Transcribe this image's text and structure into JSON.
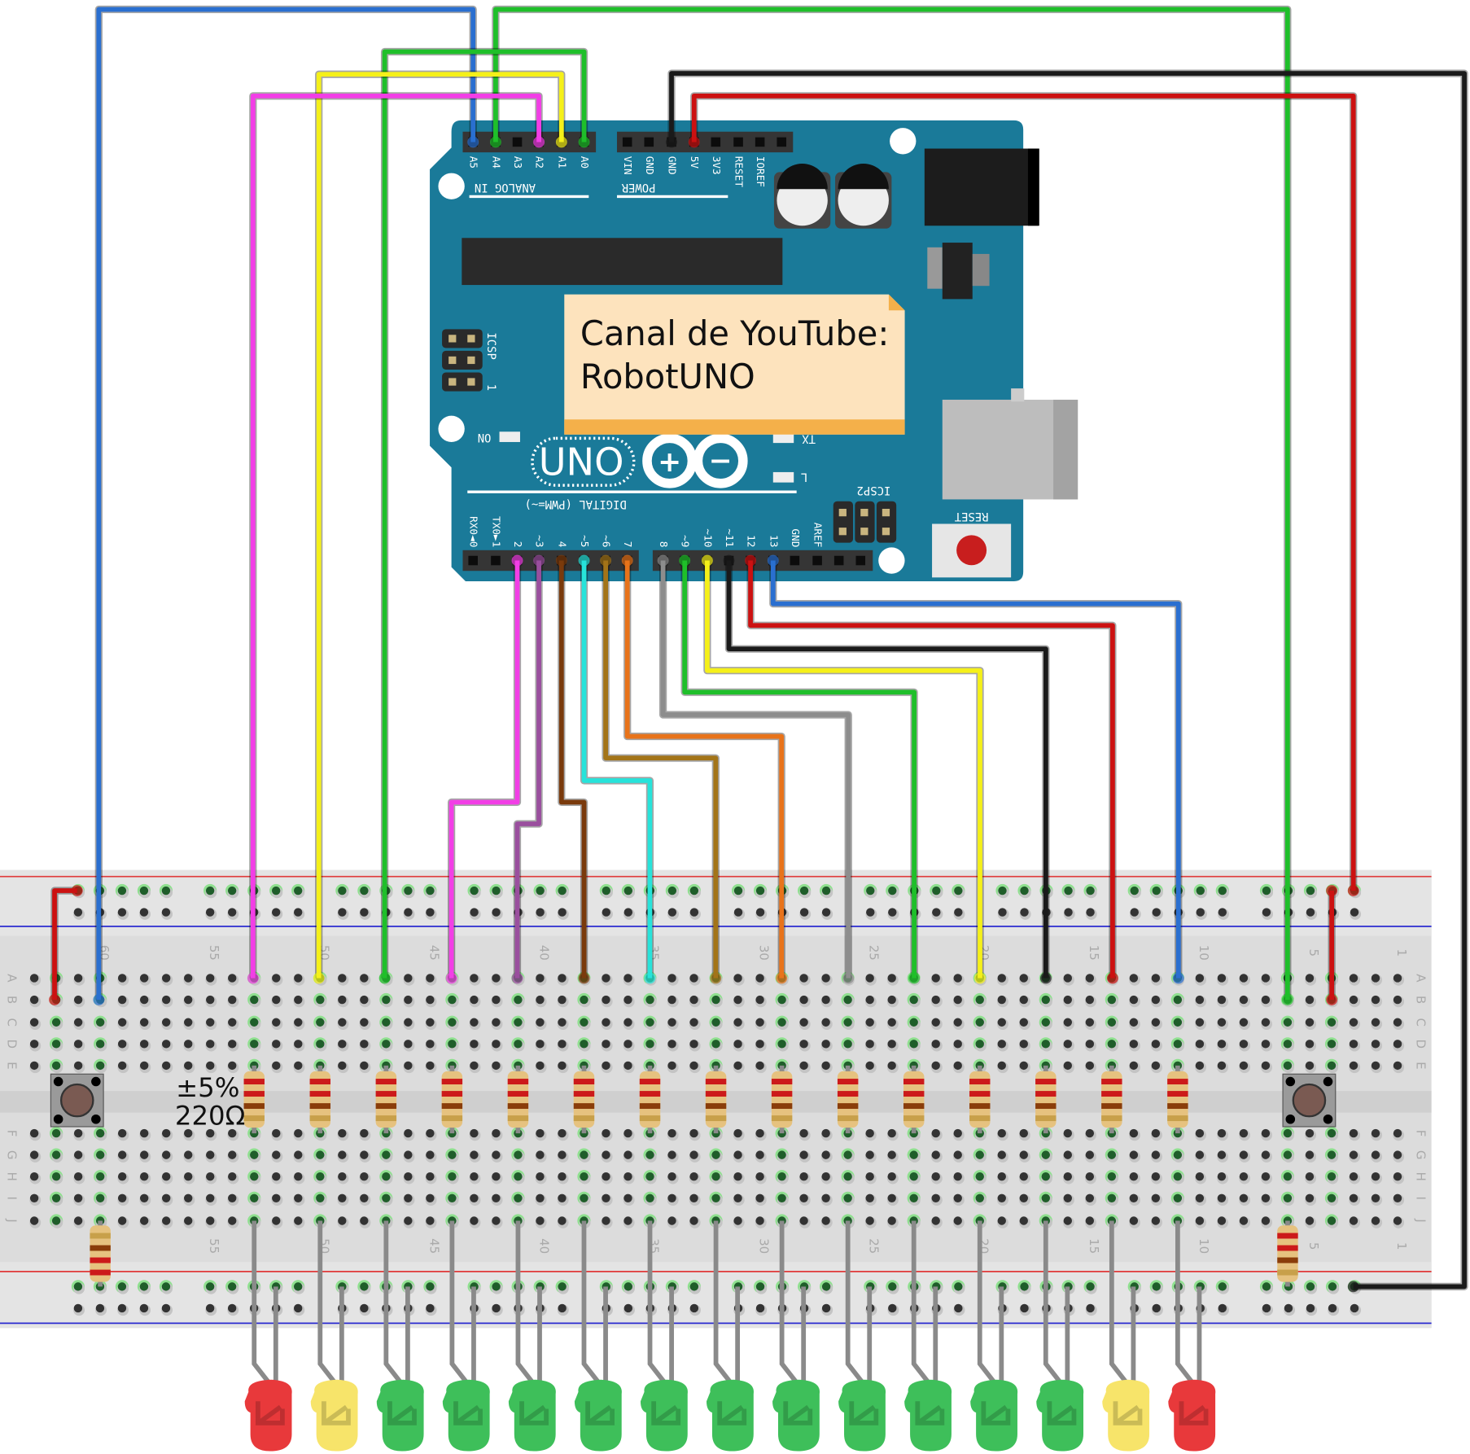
{
  "note": {
    "line1": "Canal de YouTube:",
    "line2": "RobotUNO",
    "color": "#fde3bd",
    "fold_color": "#f4b04a"
  },
  "resistor_label": {
    "tolerance": "±5%",
    "value": "220Ω"
  },
  "arduino": {
    "board_color": "#1a7a99",
    "logo_text": "UNO",
    "analog_label": "ANALOG IN",
    "power_label": "POWER",
    "digital_label": "DIGITAL (PWM=~)",
    "icsp_label": "ICSP",
    "icsp_pin_label": "1",
    "icsp2_label": "ICSP2",
    "reset_label": "RESET",
    "on_label": "ON",
    "tx_label": "TX",
    "l_label": "L",
    "analog_pins": [
      "A5",
      "A4",
      "A3",
      "A2",
      "A1",
      "A0"
    ],
    "power_pins": [
      "VIN",
      "GND",
      "GND",
      "5V",
      "3V3",
      "RESET",
      "IOREF",
      ""
    ],
    "digital_pins": [
      "RX0◄0",
      "TX0►1",
      "2",
      "~3",
      "4",
      "~5",
      "~6",
      "7",
      "8",
      "~9",
      "~10",
      "~11",
      "12",
      "13",
      "GND",
      "AREF",
      "",
      ""
    ]
  },
  "breadboard": {
    "column_labels": [
      "1",
      "5",
      "10",
      "15",
      "20",
      "25",
      "30",
      "35",
      "40",
      "45",
      "50",
      "55",
      "60"
    ],
    "row_labels_top": [
      "A",
      "B",
      "C",
      "D",
      "E"
    ],
    "row_labels_bottom": [
      "F",
      "G",
      "H",
      "I",
      "J"
    ]
  },
  "wire_colors": {
    "A5": "#2a6fd0",
    "A4": "#1fbf2a",
    "A2": "#f23ee6",
    "A1": "#f5f019",
    "A0": "#1fbf2a",
    "GND": "#1a1a1a",
    "5V": "#cc1111",
    "D2": "#f23ee6",
    "D3": "#9a4f9e",
    "D4": "#7a3a0c",
    "D5": "#27e3da",
    "D6": "#a37418",
    "D7": "#e8731a",
    "D8": "#8d8d8d",
    "D9": "#1fbf2a",
    "D10": "#f5f019",
    "D11": "#1a1a1a",
    "D12": "#cc1111",
    "D13": "#2a6fd0"
  },
  "led_colors": [
    "red",
    "yellow",
    "green",
    "green",
    "green",
    "green",
    "green",
    "green",
    "green",
    "green",
    "green",
    "green",
    "green",
    "yellow",
    "red"
  ],
  "palette": {
    "red": "#e8393b",
    "yellow": "#f7e46a",
    "green": "#3ebf5a"
  }
}
